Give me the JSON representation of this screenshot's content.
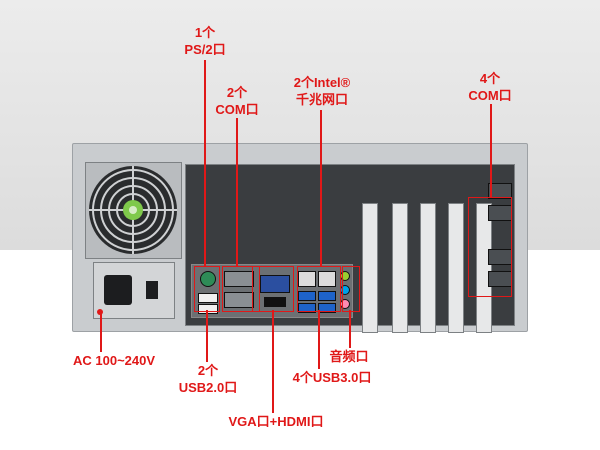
{
  "labels": {
    "ps2_line1": "1个",
    "ps2_line2": "PS/2口",
    "com2_line1": "2个",
    "com2_line2": "COM口",
    "lan_line1": "2个Intel®",
    "lan_line2": "千兆网口",
    "com4_line1": "4个",
    "com4_line2": "COM口",
    "ac": "AC 100~240V",
    "usb2_line1": "2个",
    "usb2_line2": "USB2.0口",
    "audio": "音频口",
    "usb3": "4个USB3.0口",
    "vga_hdmi": "VGA口+HDMI口"
  },
  "colors": {
    "accent": "#e01818",
    "chassis": "#c9cccf",
    "background_top": "#e2e2e2"
  }
}
